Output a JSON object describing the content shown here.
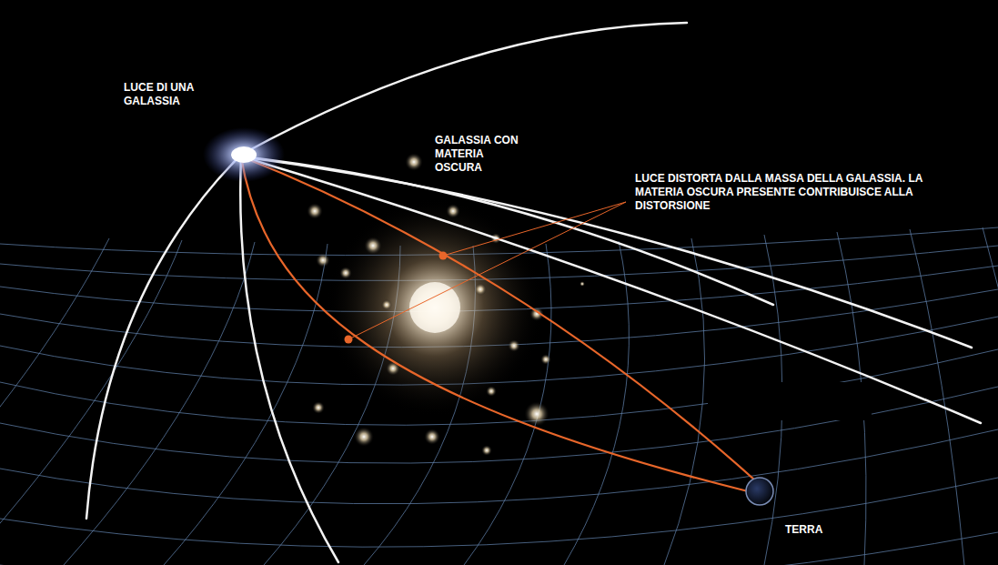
{
  "diagram": {
    "labels": [
      "LUCE DI UNA GALASSIA",
      "GALASSIA CON MATERIA OSCURA",
      "LUCE DISTORTA DALLA MASSA DELLA GALASSIA. LA MATERIA OSCURA PRESENTE CONTRIBUISCE ALLA DISTORSIONE",
      "TERRA"
    ]
  }
}
